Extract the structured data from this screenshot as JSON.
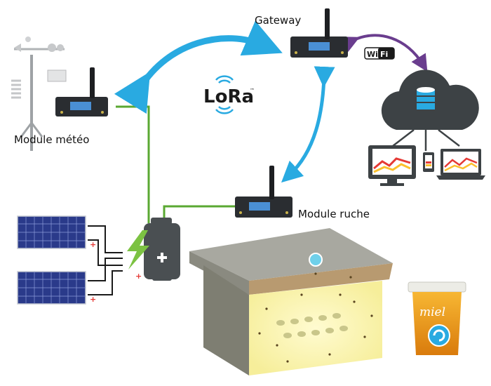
{
  "labels": {
    "gateway": "Gateway",
    "weather_module": "Module météo",
    "hive_module": "Module ruche"
  },
  "logos": {
    "lora": "LoRa",
    "lora_tm": "™",
    "wifi_left": "Wi",
    "wifi_right": "Fi",
    "jar_brand": "miel"
  },
  "colors": {
    "lora_arrow": "#29aae1",
    "wifi_arrow": "#6a3d8e",
    "wire_green": "#5aa832",
    "cloud": "#3d4245",
    "database": "#29aae1",
    "battery": "#4a4f52",
    "battery_bolt": "#7cc242",
    "hive_light": "#fff5a8",
    "chart_red": "#e53935",
    "chart_yellow": "#fbc02d"
  },
  "icons": [
    "weather-station-icon",
    "lora-board-icon",
    "solar-panel-icon",
    "battery-icon",
    "cloud-database-icon",
    "monitor-icon",
    "phone-icon",
    "laptop-icon",
    "beehive-icon",
    "honey-jar-icon",
    "wifi-logo-icon",
    "lora-logo-icon"
  ]
}
